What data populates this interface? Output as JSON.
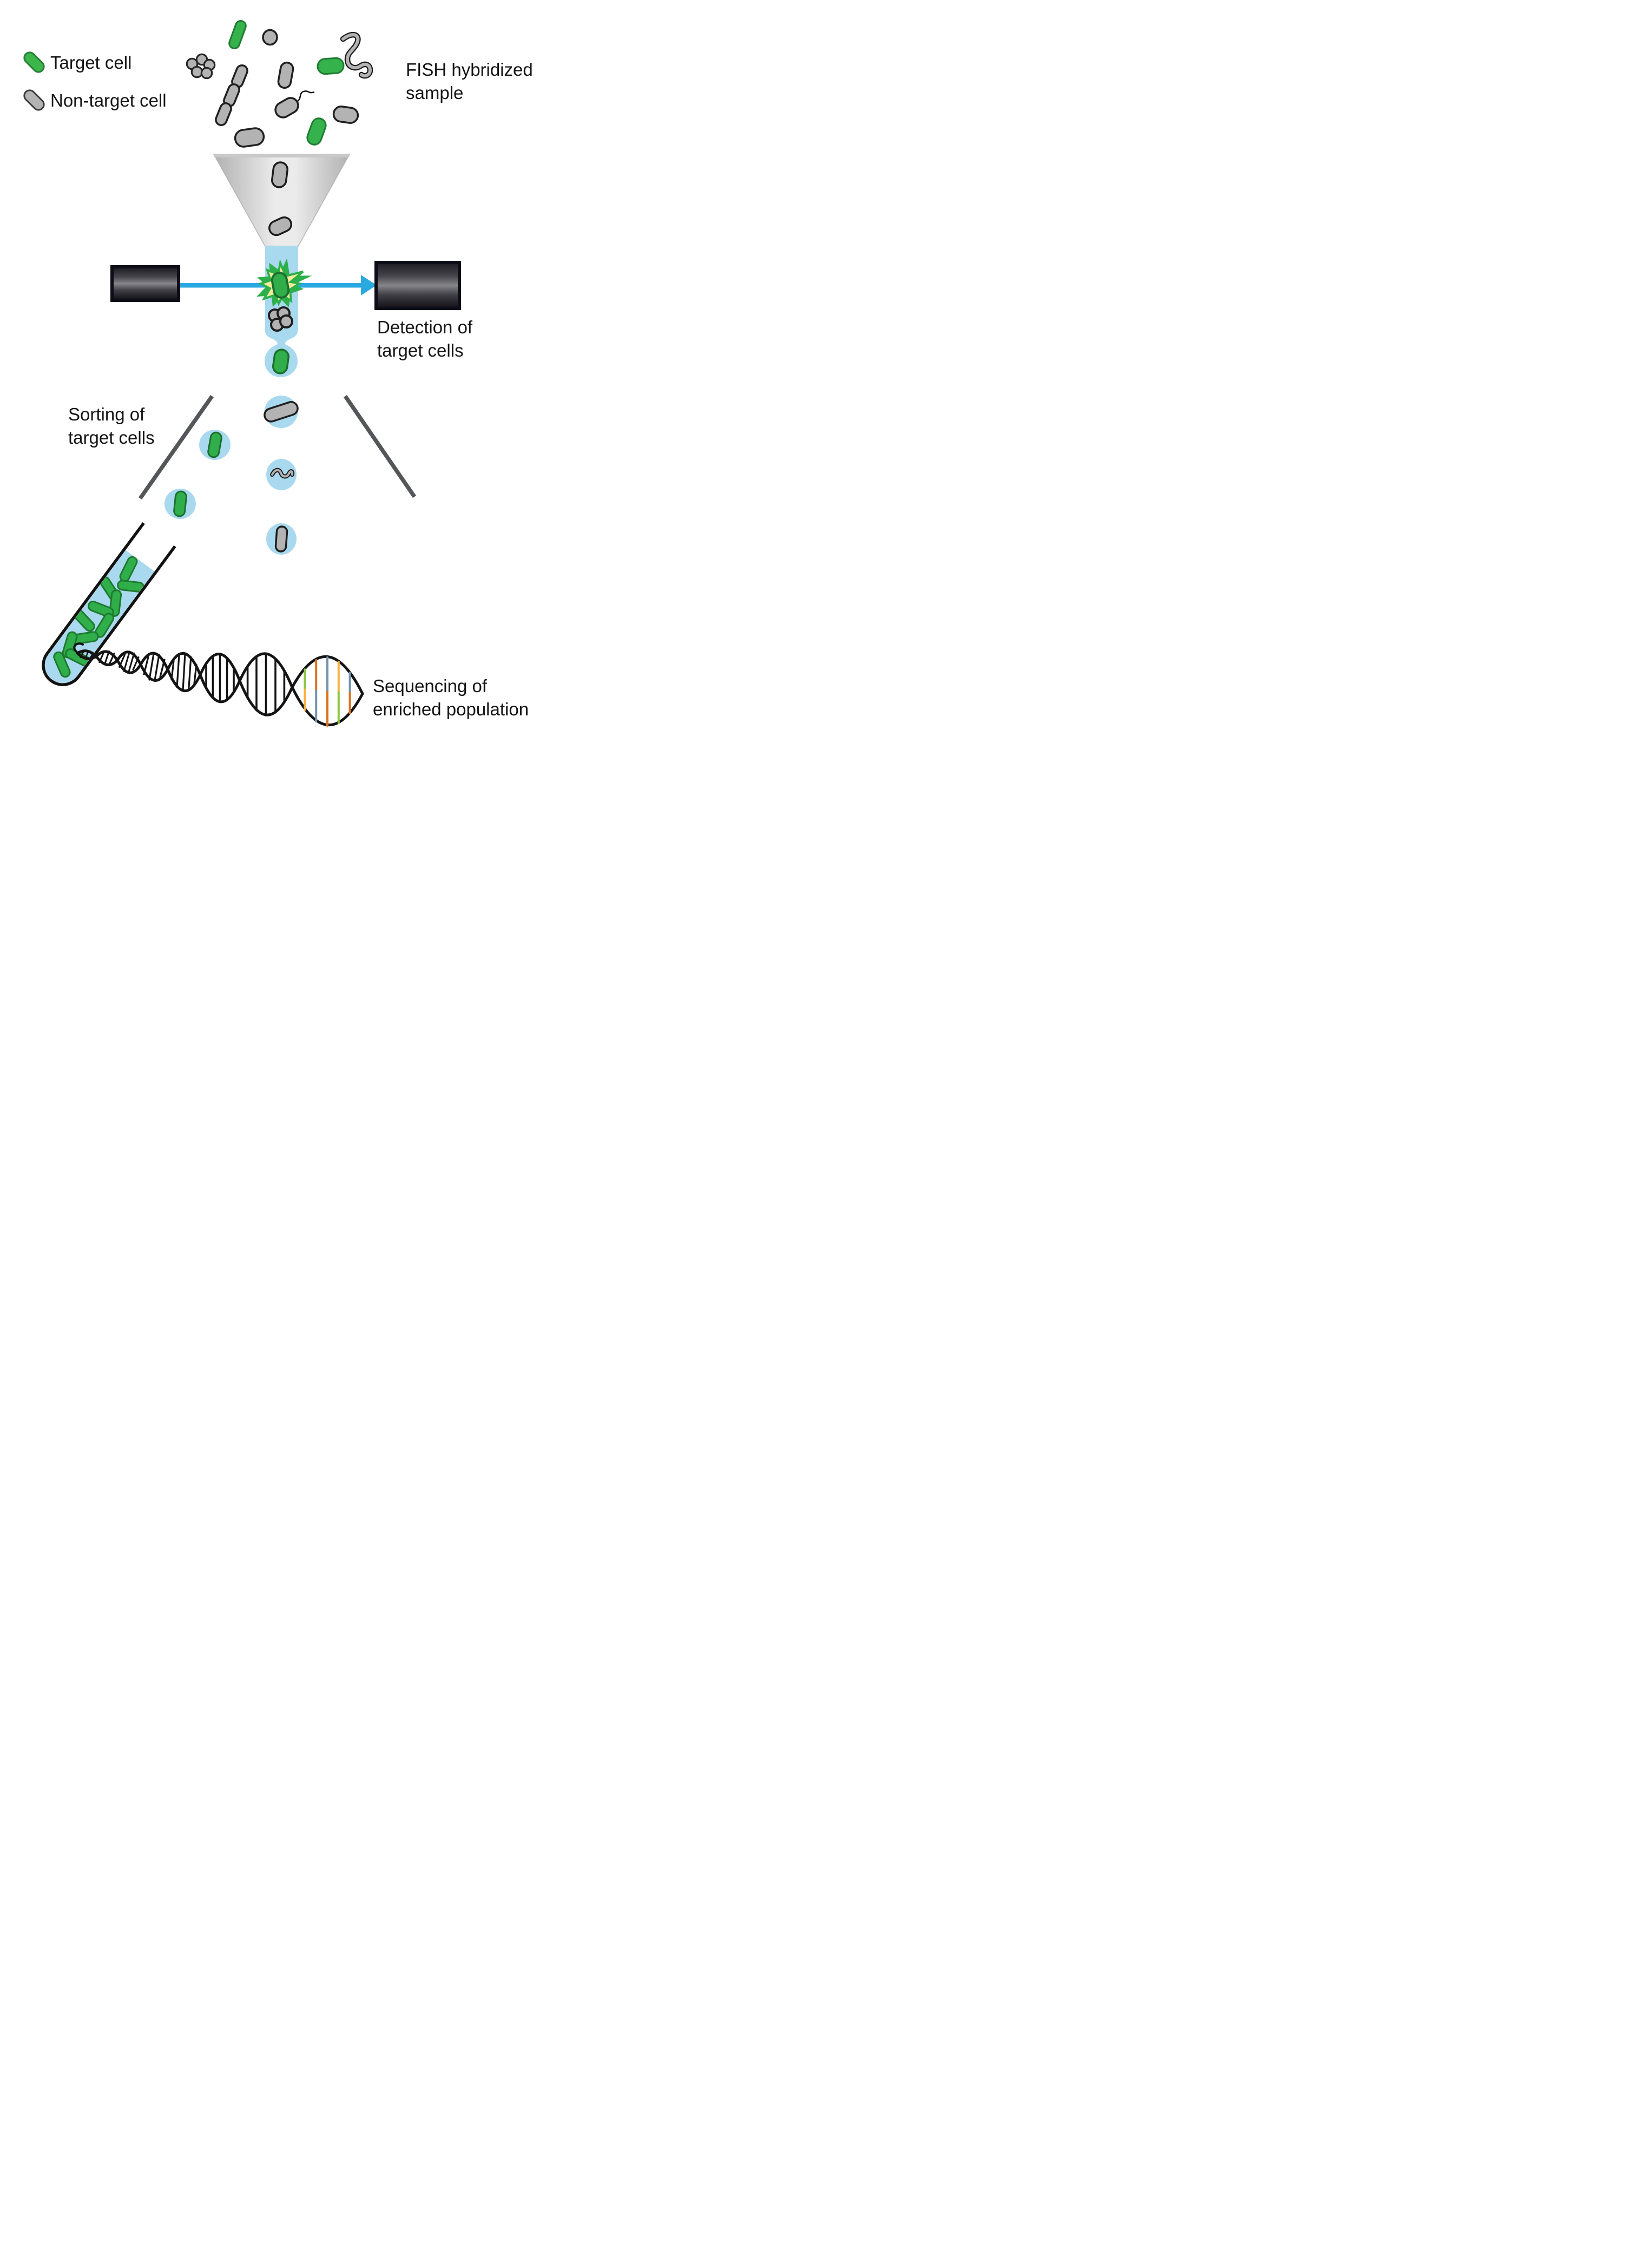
{
  "legend": {
    "items": [
      {
        "label": "Target cell",
        "color": "#3cb54a"
      },
      {
        "label": "Non-target cell",
        "color": "#b3b3b3"
      }
    ]
  },
  "annotations": {
    "sample": {
      "line1": "FISH hybridized",
      "line2": "sample"
    },
    "detection": {
      "line1": "Detection of",
      "line2": "target cells"
    },
    "sorting": {
      "line1": "Sorting of",
      "line2": "target cells"
    },
    "sequencing": {
      "line1": "Sequencing of",
      "line2": "enriched population"
    }
  },
  "colors": {
    "target_cell": "#3cb54a",
    "target_cell_outline": "#1e7c33",
    "non_target_cell": "#b3b3b3",
    "non_target_cell_outline": "#222222",
    "sheath_fluid": "#a9d9ee",
    "laser_beam": "#2aa9e1",
    "starburst_fill": "#f1ee9b",
    "starburst_edge": "#2daf4a",
    "funnel": "#d9d9d9",
    "deflection_plate": "#545659",
    "laser_housing": "#0d0d18",
    "dna_strand": "#141414",
    "dna_rung_green": "#8dc63f",
    "dna_rung_yellow": "#fbb040",
    "dna_rung_orange": "#d9731e",
    "dna_rung_blue": "#7292ae",
    "text": "#141414"
  }
}
